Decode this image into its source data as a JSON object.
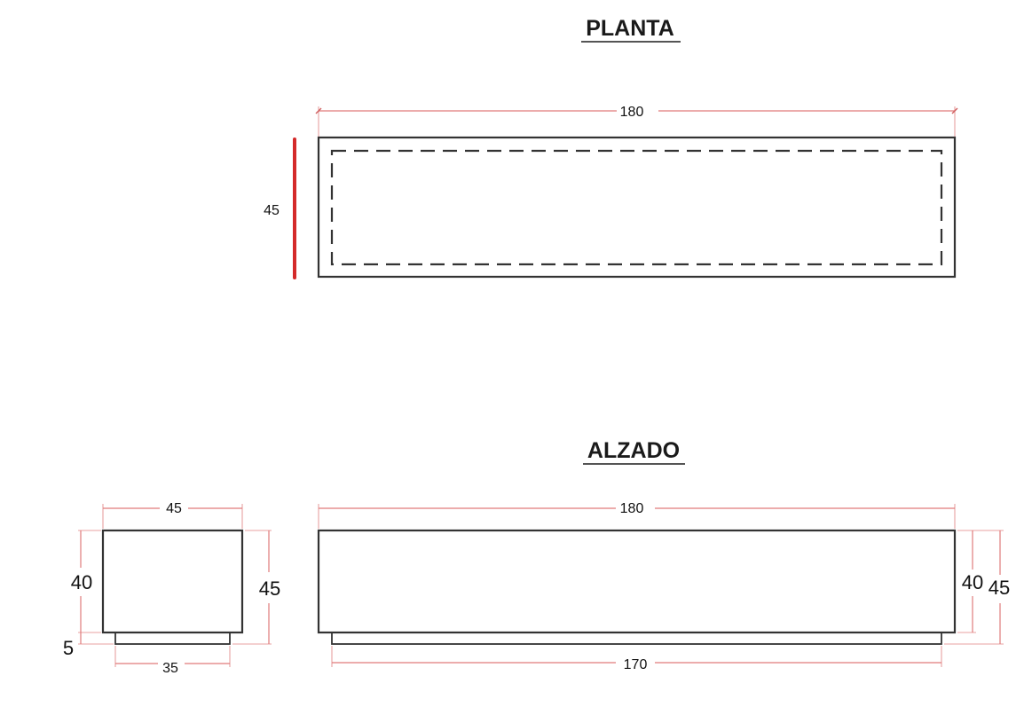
{
  "plan": {
    "title": "PLANTA",
    "length_label": "180",
    "depth_label": "45",
    "depth_marker_color": "#d42a2a"
  },
  "elevation": {
    "title": "ALZADO",
    "side_view": {
      "top_width_label": "45",
      "body_height_label": "40",
      "total_height_label": "45",
      "plinth_height_label": "5",
      "plinth_width_label": "35"
    },
    "front_view": {
      "top_width_label": "180",
      "plinth_width_label": "170",
      "body_height_label": "40",
      "total_height_label": "45"
    }
  },
  "colors": {
    "dimension_lines": "#e07a7a",
    "outline": "#333333",
    "marker": "#d42a2a"
  }
}
